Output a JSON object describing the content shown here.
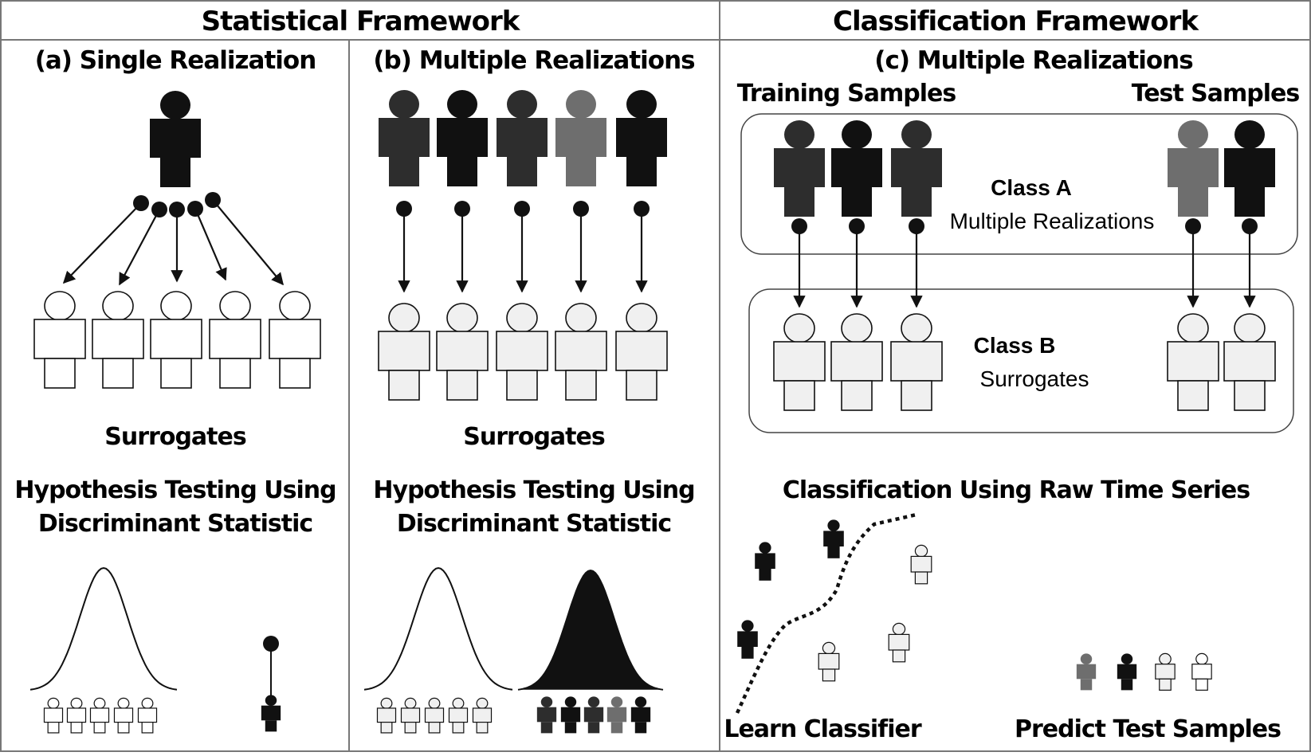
{
  "headers": {
    "statistical": "Statistical Framework",
    "classification": "Classification Framework"
  },
  "panel_a": {
    "title": "(a) Single Realization",
    "surrogates_label": "Surrogates",
    "test_label_line1": "Hypothesis Testing Using",
    "test_label_line2": "Discriminant Statistic"
  },
  "panel_b": {
    "title": "(b) Multiple Realizations",
    "surrogates_label": "Surrogates",
    "test_label_line1": "Hypothesis Testing Using",
    "test_label_line2": "Discriminant Statistic"
  },
  "panel_c": {
    "title": "(c) Multiple Realizations",
    "training_label": "Training Samples",
    "test_label": "Test Samples",
    "class_a_title": "Class A",
    "class_a_subtitle": "Multiple Realizations",
    "class_b_title": "Class B",
    "class_b_subtitle": "Surrogates",
    "classification_title": "Classification Using Raw Time Series",
    "learn_label": "Learn Classifier",
    "predict_label": "Predict Test Samples"
  },
  "colors": {
    "black": "#111111",
    "dark_gray": "#2d2d2d",
    "mid_gray": "#6e6e6e",
    "surrogate_fill": "#f0f0f0",
    "white": "#ffffff"
  }
}
